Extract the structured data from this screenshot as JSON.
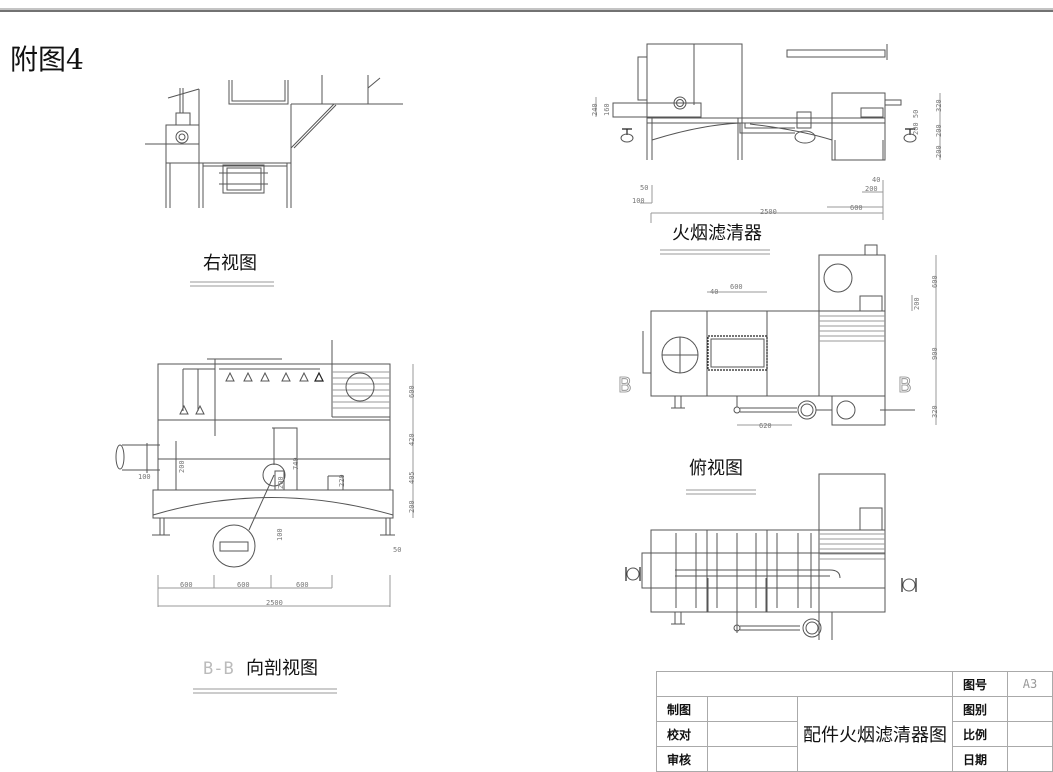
{
  "page_title": "附图4",
  "views": {
    "right_view": {
      "caption": "右视图"
    },
    "front_view": {
      "caption": "火烟滤清器",
      "dims": [
        "240",
        "160",
        "320",
        "200",
        "200",
        "200 50",
        "50",
        "100",
        "40",
        "200",
        "600",
        "2500"
      ]
    },
    "top_view": {
      "caption": "俯视图",
      "section_marks": [
        "B",
        "B"
      ],
      "dims": [
        "600",
        "40",
        "200",
        "600",
        "900",
        "320",
        "620"
      ]
    },
    "section_view": {
      "caption_prefix": "B-B",
      "caption": "向剖视图",
      "dims": [
        "600",
        "420",
        "405",
        "200",
        "100",
        "200",
        "740",
        "200",
        "220",
        "100",
        "50",
        "600",
        "600",
        "600",
        "2500"
      ]
    }
  },
  "title_block": {
    "drawing_title": "配件火烟滤清器图",
    "rows": [
      {
        "label": "制图",
        "value": ""
      },
      {
        "label": "校对",
        "value": ""
      },
      {
        "label": "审核",
        "value": ""
      }
    ],
    "right": [
      {
        "label": "图号",
        "value": "A3"
      },
      {
        "label": "图别",
        "value": ""
      },
      {
        "label": "比例",
        "value": ""
      },
      {
        "label": "日期",
        "value": ""
      }
    ]
  }
}
